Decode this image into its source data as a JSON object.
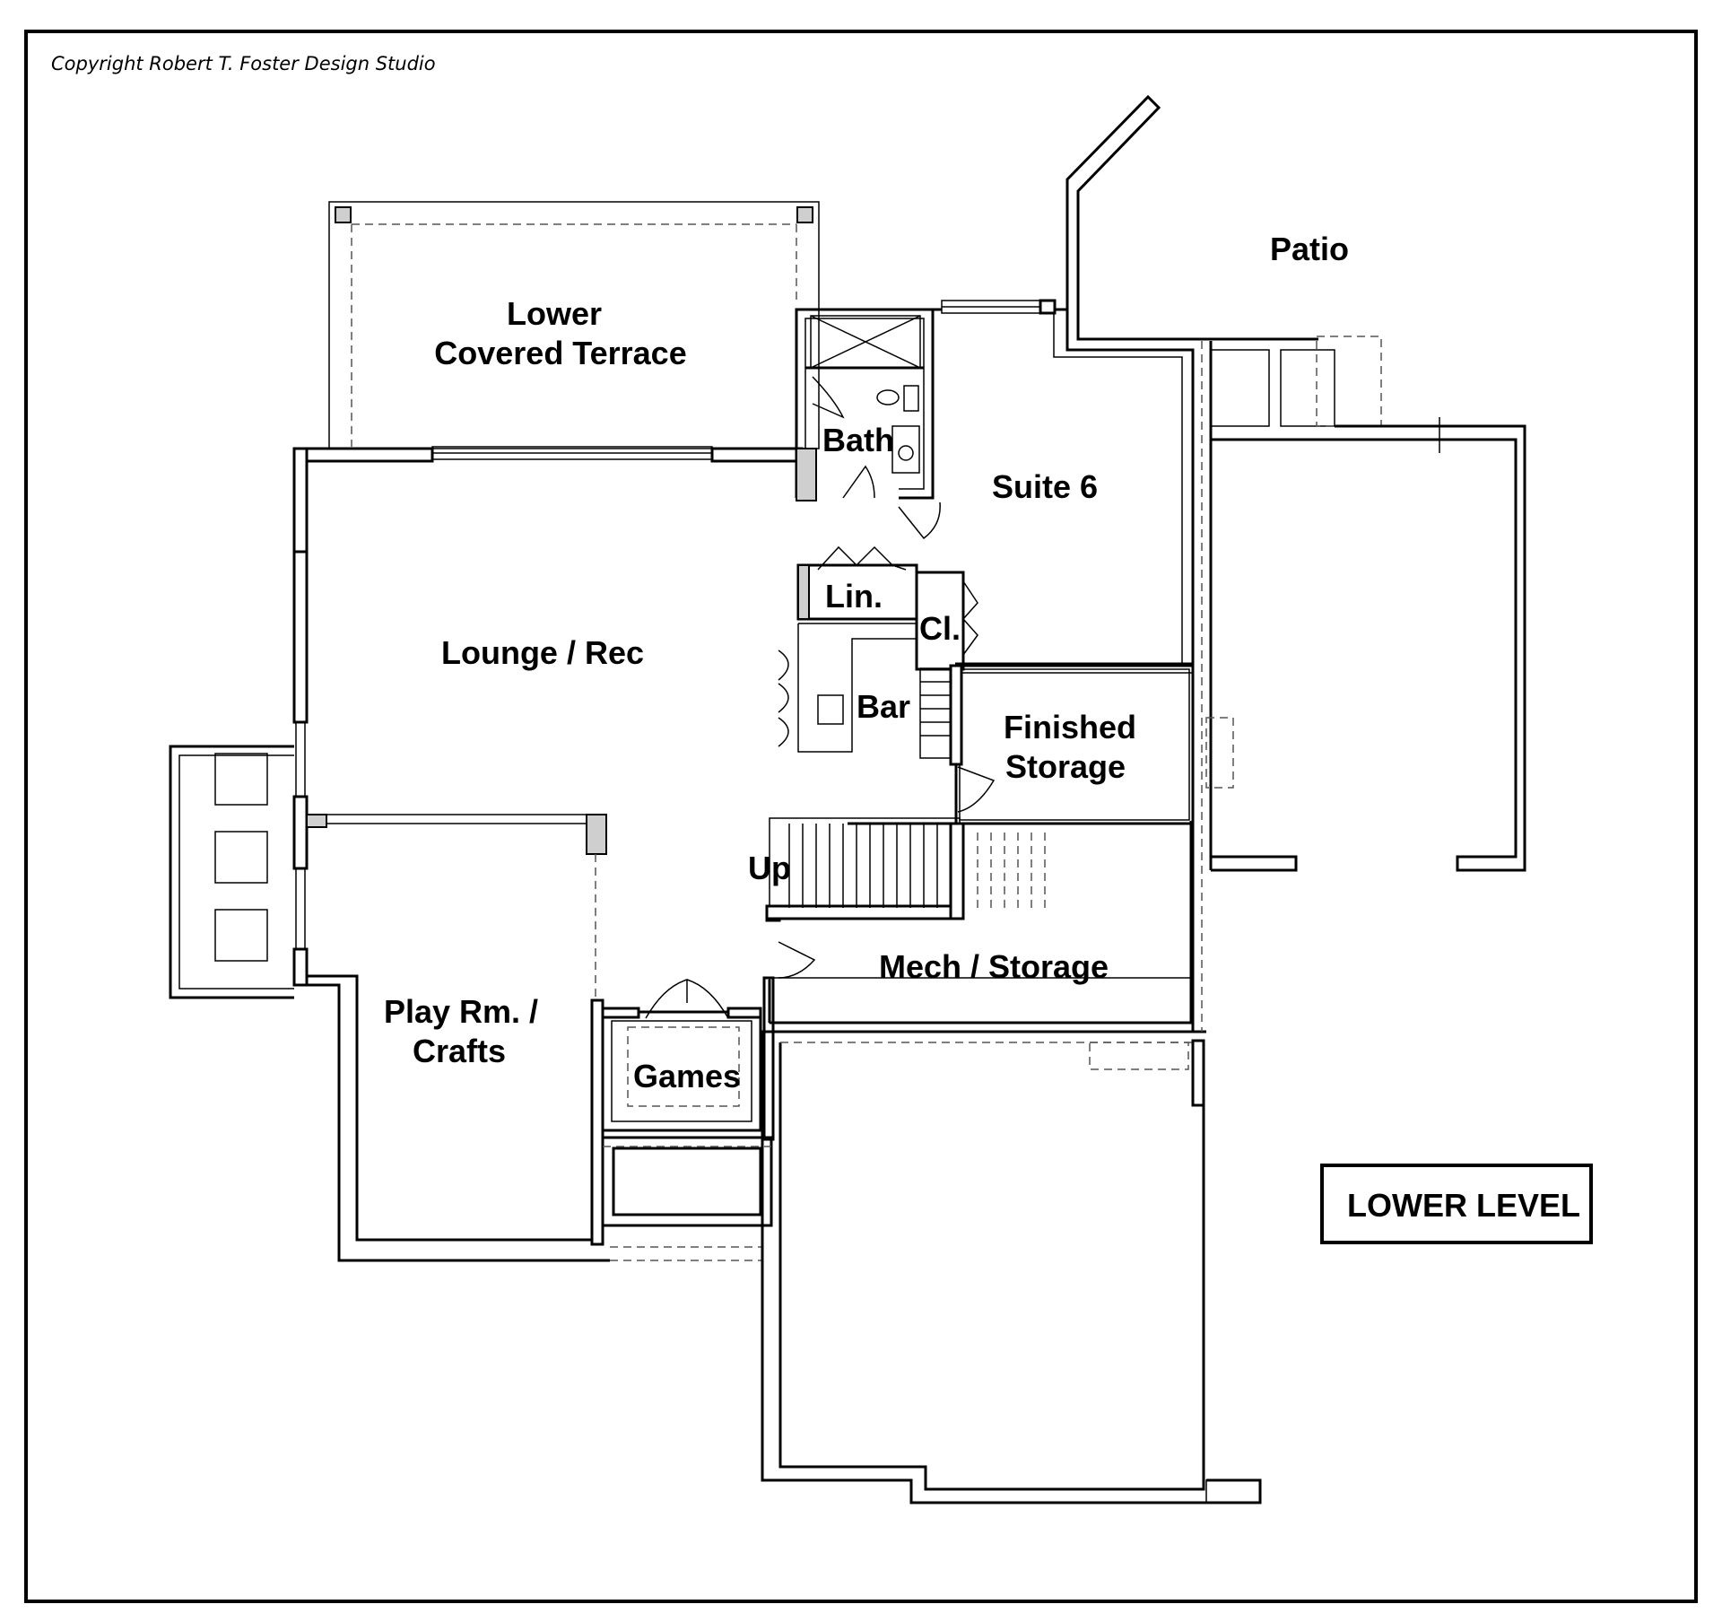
{
  "copyright": "Copyright  Robert T. Foster Design Studio",
  "level_label": "LOWER LEVEL",
  "rooms": {
    "patio": "Patio",
    "terrace_line1": "Lower",
    "terrace_line2": "Covered Terrace",
    "bath": "Bath",
    "suite": "Suite 6",
    "linen": "Lin.",
    "closet": "Cl.",
    "lounge": "Lounge / Rec",
    "bar": "Bar",
    "storage_line1": "Finished",
    "storage_line2": "Storage",
    "up": "Up",
    "mech": "Mech / Storage",
    "play_line1": "Play Rm. /",
    "play_line2": "Crafts",
    "games": "Games"
  }
}
